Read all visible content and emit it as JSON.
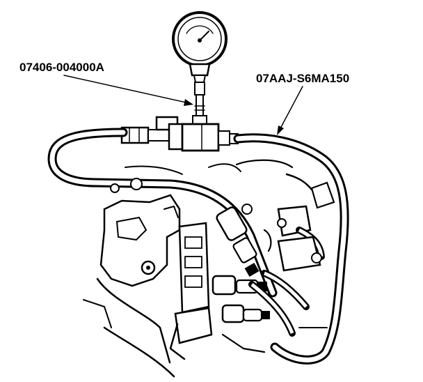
{
  "diagram": {
    "labels": {
      "gauge_tool": "07406-004000A",
      "hose_tool": "07AAJ-S6MA150"
    },
    "icons": {
      "gauge": "pressure-gauge-icon",
      "engine": "engine-fuel-rail-illustration"
    }
  }
}
